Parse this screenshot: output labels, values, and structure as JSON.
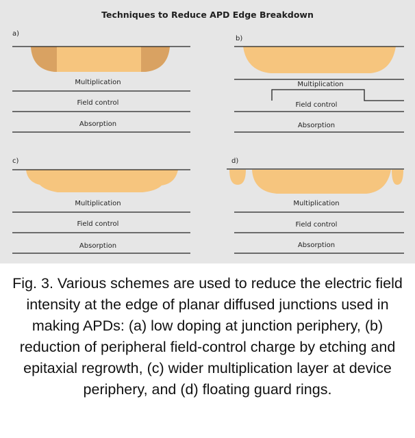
{
  "figure": {
    "title": "Techniques to Reduce APD Edge Breakdown",
    "panels": [
      {
        "letter": "a)",
        "layers": [
          "Multiplication",
          "Field control",
          "Absorption"
        ]
      },
      {
        "letter": "b)",
        "layers": [
          "Multiplication",
          "Field control",
          "Absorption"
        ]
      },
      {
        "letter": "c)",
        "layers": [
          "Multiplication",
          "Field control",
          "Absorption"
        ]
      },
      {
        "letter": "d)",
        "layers": [
          "Multiplication",
          "Field control",
          "Absorption"
        ]
      }
    ]
  },
  "colors": {
    "background": "#e6e6e6",
    "junction_fill": "#f6c57e",
    "low_doping_fill": "#d9a262",
    "line": "#222222"
  },
  "caption": "Fig. 3. Various schemes are used to reduce the electric field intensity at the edge of planar diffused junctions used in making APDs: (a) low doping at junction periphery, (b) reduction of peripheral field-control charge by etching and epitaxial regrowth, (c) wider multiplication layer at device periphery, and (d) floating guard rings."
}
